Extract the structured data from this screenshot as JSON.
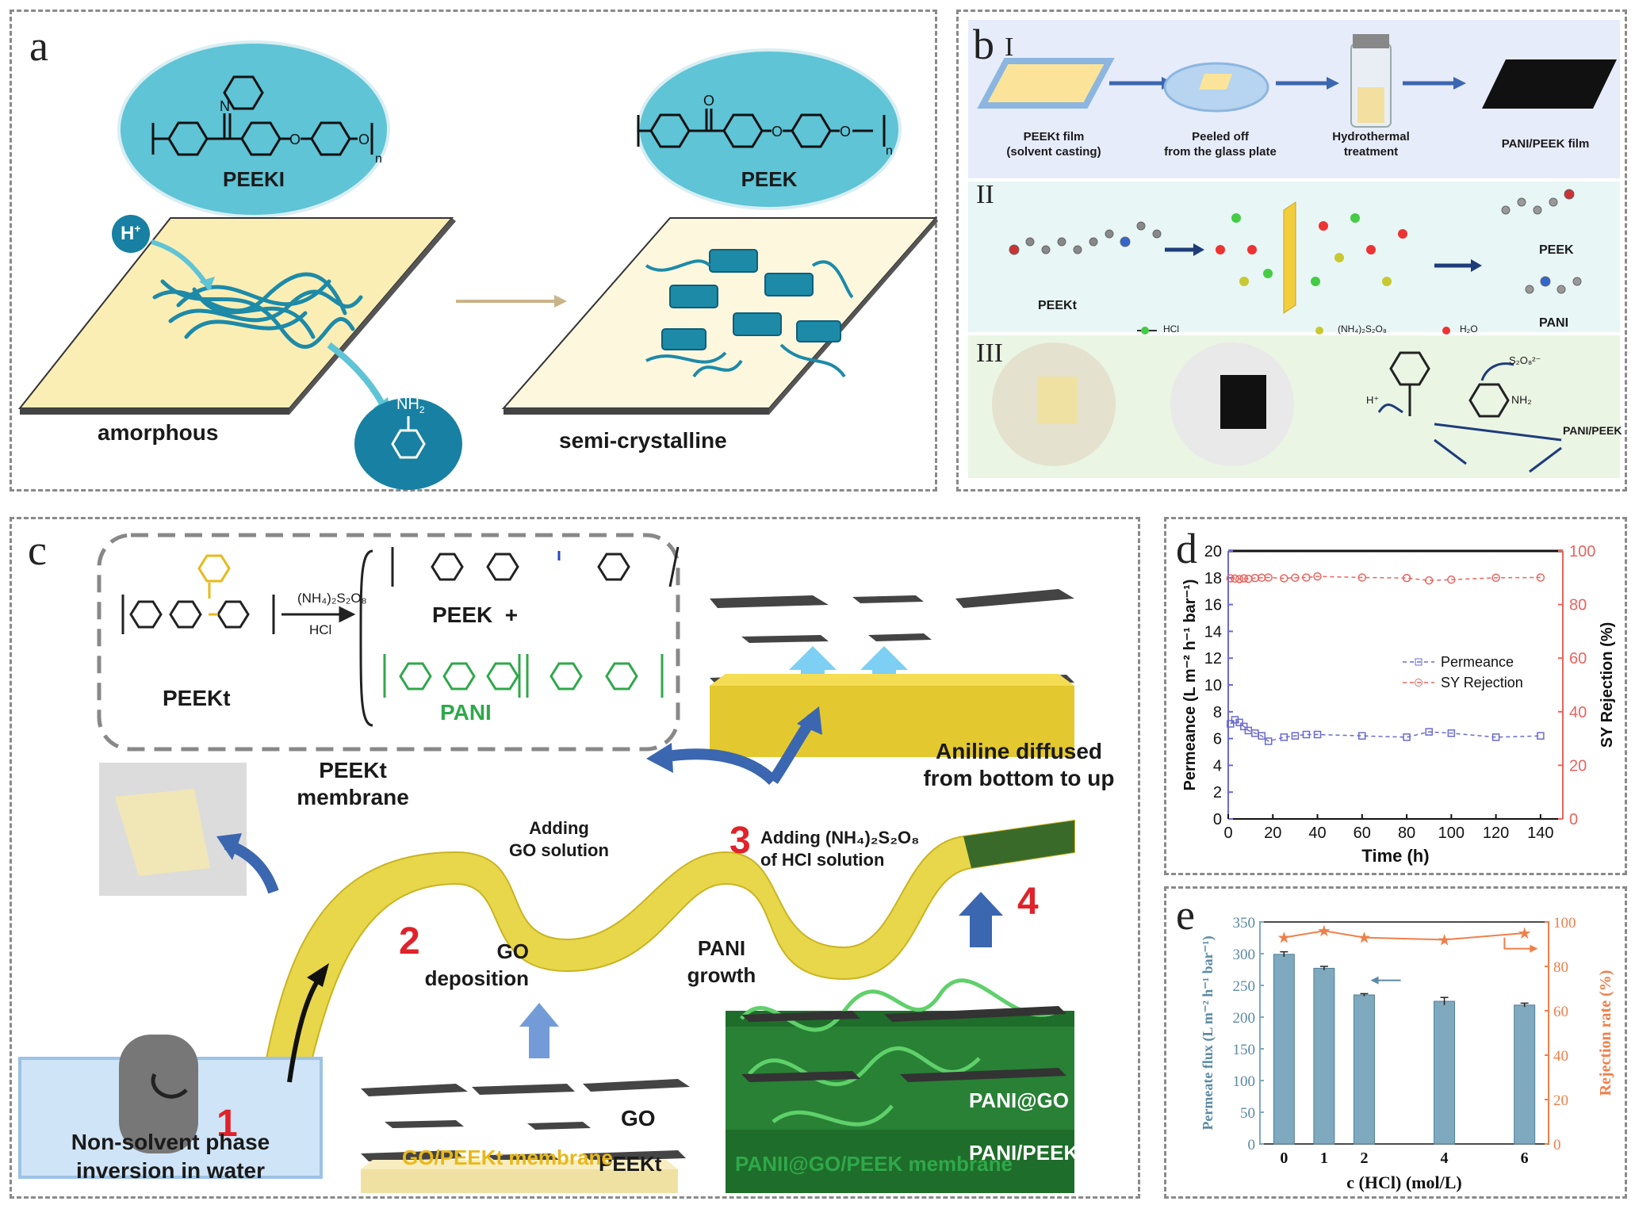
{
  "panel_a": {
    "label": "a",
    "peeki_label": "PEEKI",
    "peek_label": "PEEK",
    "h_plus": "H",
    "h_plus_sup": "+",
    "amorphous": "amorphous",
    "semi_crystalline": "semi-crystalline",
    "aniline_nh2": "NH",
    "aniline_sub": "2"
  },
  "panel_b": {
    "label": "b",
    "row_I": "I",
    "row_II": "II",
    "row_III": "III",
    "step1": "PEEKt film\n(solvent casting)",
    "step2": "Peeled off\nfrom the glass plate",
    "step3": "Hydrothermal\ntreatment",
    "step4": "PANI/PEEK film",
    "peekt": "PEEKt",
    "peek": "PEEK",
    "pani": "PANI",
    "legend_hcl": "HCl",
    "legend_aps": "(NH₄)₂S₂O₈",
    "legend_h2o": "H₂O",
    "mech_product": "PANI/PEEK",
    "mech_s2o8": "S₂O₈²⁻",
    "mech_hplus": "H⁺",
    "mech_nh2": "NH₂"
  },
  "panel_c": {
    "label": "c",
    "reagent": "(NH₄)₂S₂O₈",
    "hcl": "HCl",
    "peekt": "PEEKt",
    "peek_plus": "PEEK  +",
    "pani": "PANI",
    "aniline_diffused": "Aniline diffused\nfrom bottom to up",
    "peekt_membrane": "PEEKt\nmembrane",
    "adding_go": "Adding\nGO solution",
    "adding_aps": "Adding (NH₄)₂S₂O₈\nof HCl solution",
    "step1": "1",
    "step2": "2",
    "step3": "3",
    "step4": "4",
    "go_deposition": "GO\ndeposition",
    "pani_growth": "PANI\ngrowth",
    "go": "GO",
    "peekt_layer": "PEEKt",
    "pani_go": "PANI@GO",
    "pani_peek": "PANI/PEEK",
    "non_solvent": "Non-solvent phase\ninversion in water",
    "go_peekt_membrane": "GO/PEEKt membrane",
    "panii_membrane": "PANII@GO/PEEK membrane"
  },
  "colors": {
    "blue_ellipse": "#5ec4d6",
    "film_yellow": "#fbeeb5",
    "chain_teal": "#1d8aa8",
    "arrow_blue": "#3b66b0",
    "red_axis": "#e8645f",
    "bar_fill": "#7fa9be",
    "orange_line": "#ef7f4a",
    "pani_green": "#2fa84a",
    "go_yellow": "#e9b81a"
  },
  "chart_data": [
    {
      "id": "d",
      "label": "d",
      "type": "line",
      "xlabel": "Time (h)",
      "ylabel": "Permeance (L m⁻² h⁻¹ bar⁻¹)",
      "y2label": "SY Rejection (%)",
      "xlim": [
        0,
        150
      ],
      "ylim": [
        0,
        20
      ],
      "y2lim": [
        0,
        100
      ],
      "xticks": [
        0,
        20,
        40,
        60,
        80,
        100,
        120,
        140
      ],
      "yticks": [
        0,
        2,
        4,
        6,
        8,
        10,
        12,
        14,
        16,
        18,
        20
      ],
      "y2ticks": [
        0,
        20,
        40,
        60,
        80,
        100
      ],
      "legend_position": "center-right",
      "series": [
        {
          "name": "Permeance",
          "axis": "left",
          "color": "#6a6acf",
          "marker": "square",
          "x": [
            1,
            3,
            5,
            7,
            9,
            12,
            15,
            18,
            25,
            30,
            35,
            40,
            60,
            80,
            90,
            100,
            120,
            140
          ],
          "y": [
            7.1,
            7.4,
            7.2,
            6.9,
            6.6,
            6.4,
            6.2,
            5.8,
            6.1,
            6.2,
            6.3,
            6.3,
            6.2,
            6.1,
            6.5,
            6.4,
            6.1,
            6.2
          ]
        },
        {
          "name": "SY Rejection",
          "axis": "right",
          "color": "#e8645f",
          "marker": "circle",
          "x": [
            1,
            3,
            5,
            7,
            9,
            12,
            15,
            18,
            25,
            30,
            35,
            40,
            60,
            80,
            90,
            100,
            120,
            140
          ],
          "y": [
            89.8,
            89.7,
            89.5,
            89.8,
            89.6,
            89.9,
            90.0,
            90.1,
            89.8,
            90.0,
            90.1,
            90.5,
            90.1,
            89.9,
            89.0,
            89.3,
            90.0,
            90.1
          ]
        }
      ]
    },
    {
      "id": "e",
      "label": "e",
      "type": "bar",
      "xlabel": "c (HCl) (mol/L)",
      "ylabel": "Permeate flux (L m⁻² h⁻¹ bar⁻¹)",
      "y2label": "Rejection rate (%)",
      "categories": [
        "0",
        "1",
        "2",
        "4",
        "6"
      ],
      "x": [
        0,
        1,
        2,
        4,
        6
      ],
      "xlim": [
        -0.6,
        6.6
      ],
      "ylim": [
        0,
        350
      ],
      "y2lim": [
        0,
        100
      ],
      "yticks": [
        0,
        50,
        100,
        150,
        200,
        250,
        300,
        350
      ],
      "y2ticks": [
        0,
        20,
        40,
        60,
        80,
        100
      ],
      "series": [
        {
          "name": "Permeate flux",
          "axis": "left",
          "values": [
            299,
            277,
            235,
            225,
            219
          ],
          "errors": [
            4,
            3,
            2,
            6,
            3
          ]
        },
        {
          "name": "Rejection rate",
          "axis": "right",
          "values": [
            93,
            96,
            93,
            92,
            95
          ]
        }
      ]
    }
  ]
}
